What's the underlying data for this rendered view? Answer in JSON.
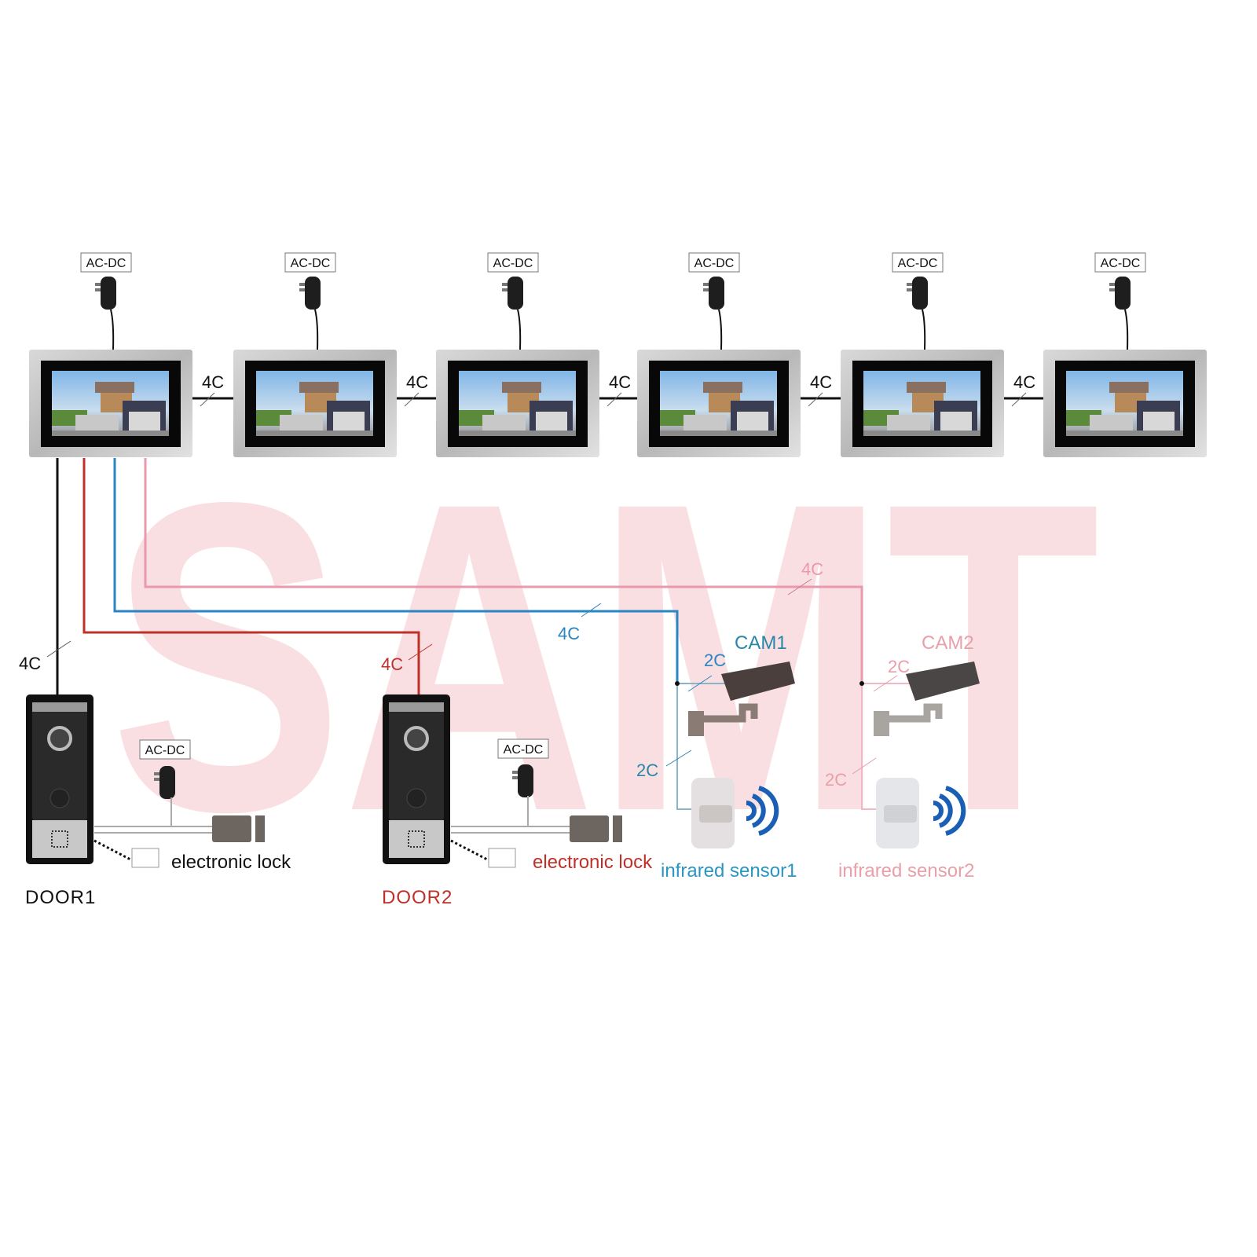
{
  "watermark": {
    "text": "SAMT",
    "color": "#f5c6cc"
  },
  "colors": {
    "black": "#111111",
    "red": "#c0302a",
    "blue": "#2a86c0",
    "pink": "#e89aac",
    "cam1": "#2a86a8",
    "cam2": "#e8a0a8"
  },
  "monitors": [
    {
      "power": "AC-DC",
      "link": "4C"
    },
    {
      "power": "AC-DC",
      "link": "4C"
    },
    {
      "power": "AC-DC",
      "link": "4C"
    },
    {
      "power": "AC-DC",
      "link": "4C"
    },
    {
      "power": "AC-DC",
      "link": "4C"
    },
    {
      "power": "AC-DC"
    }
  ],
  "wires": {
    "door1": "4C",
    "door2": "4C",
    "cam1": "4C",
    "cam2": "4C"
  },
  "door1": {
    "label": "DOOR1",
    "power": "AC-DC",
    "lock": "electronic lock"
  },
  "door2": {
    "label": "DOOR2",
    "power": "AC-DC",
    "lock": "electronic lock"
  },
  "cam1": {
    "label": "CAM1",
    "cam_wire": "2C",
    "sensor_wire": "2C",
    "sensor": "infrared sensor1"
  },
  "cam2": {
    "label": "CAM2",
    "cam_wire": "2C",
    "sensor_wire": "2C",
    "sensor": "infrared sensor2"
  }
}
